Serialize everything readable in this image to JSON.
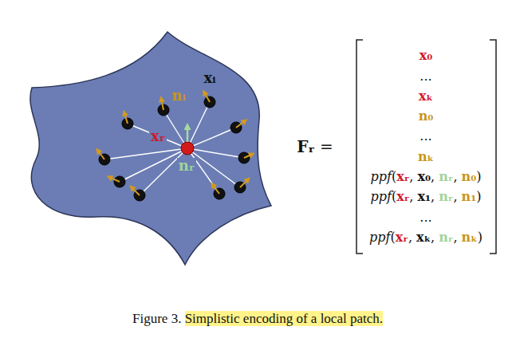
{
  "diagram": {
    "caption": "Figure 3. Simplistic encoding of a local patch.",
    "labels": [
      "xᵢ",
      "nᵢ",
      "xᵣ",
      "nᵣ",
      "Fᵣ =",
      "x₀",
      "...",
      "xₖ",
      "n₀",
      "...",
      "nₖ",
      "ppf(xᵣ, x₀, nᵣ, n₀)",
      "ppf(xᵣ, x₁, nᵣ, n₁)",
      "...",
      "ppf(xᵣ, xₖ, nᵣ, nₖ)"
    ]
  }
}
